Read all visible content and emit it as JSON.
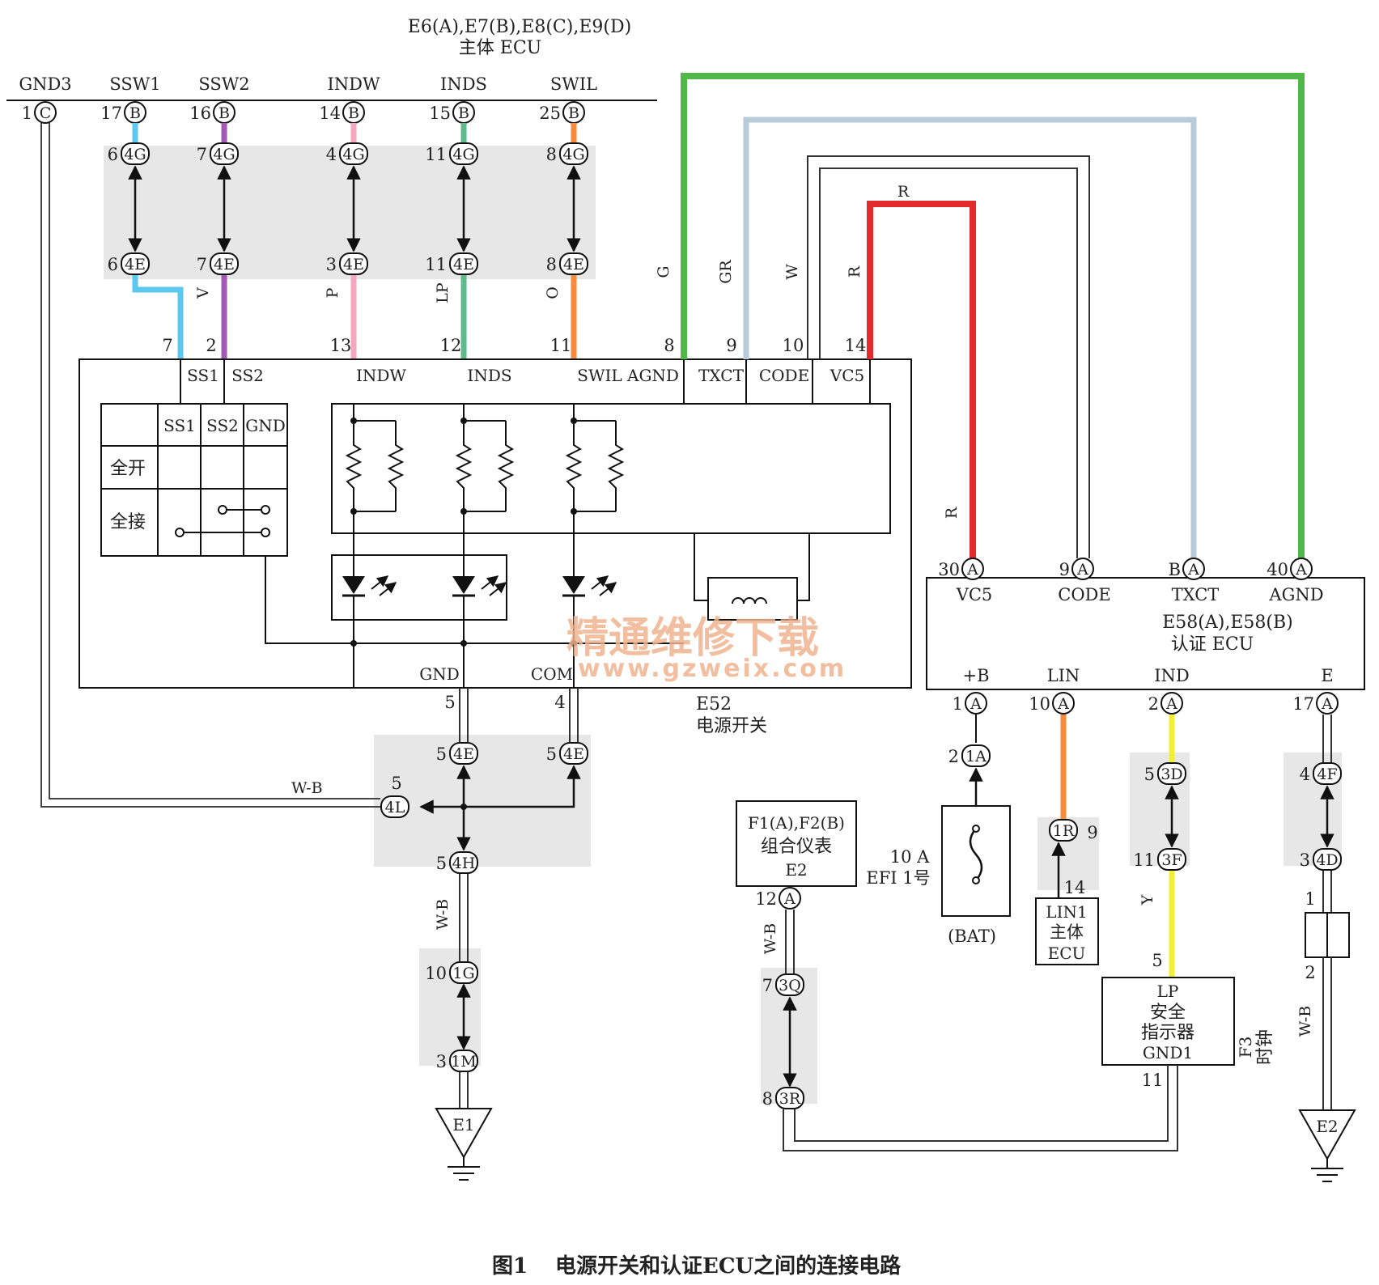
{
  "top_ecu": {
    "connectors": "E6(A),E7(B),E8(C),E9(D)",
    "name": "主体 ECU",
    "pins": [
      {
        "label": "GND3",
        "num": "1",
        "conn": "C"
      },
      {
        "label": "SSW1",
        "num": "17",
        "conn": "B"
      },
      {
        "label": "SSW2",
        "num": "16",
        "conn": "B"
      },
      {
        "label": "INDW",
        "num": "14",
        "conn": "B"
      },
      {
        "label": "INDS",
        "num": "15",
        "conn": "B"
      },
      {
        "label": "SWIL",
        "num": "25",
        "conn": "B"
      }
    ]
  },
  "junction_4g_4e": [
    {
      "top_num": "6",
      "top_conn": "4G",
      "bot_num": "6",
      "bot_conn": "4E",
      "wire": "",
      "sw_pin": "7"
    },
    {
      "top_num": "7",
      "top_conn": "4G",
      "bot_num": "7",
      "bot_conn": "4E",
      "wire": "V",
      "sw_pin": "2"
    },
    {
      "top_num": "4",
      "top_conn": "4G",
      "bot_num": "3",
      "bot_conn": "4E",
      "wire": "P",
      "sw_pin": "13"
    },
    {
      "top_num": "11",
      "top_conn": "4G",
      "bot_num": "11",
      "bot_conn": "4E",
      "wire": "LP",
      "sw_pin": "12"
    },
    {
      "top_num": "8",
      "top_conn": "4G",
      "bot_num": "8",
      "bot_conn": "4E",
      "wire": "O",
      "sw_pin": "11"
    }
  ],
  "side_wires": [
    {
      "color_label": "G",
      "pin": "8"
    },
    {
      "color_label": "GR",
      "pin": "9"
    },
    {
      "color_label": "W",
      "pin": "10"
    },
    {
      "color_label": "R",
      "pin": "14"
    }
  ],
  "top_red_label": "R",
  "power_switch": {
    "code": "E52",
    "name": "电源开关",
    "terminals": [
      "SS1",
      "SS2",
      "INDW",
      "INDS",
      "SWIL",
      "AGND",
      "TXCT",
      "CODE",
      "VC5"
    ],
    "bottom_terminals": [
      "GND",
      "COM"
    ],
    "bottom_pins": [
      "5",
      "4"
    ],
    "table_headers": [
      "SS1",
      "SS2",
      "GND"
    ],
    "table_rows": [
      "全开",
      "全接"
    ]
  },
  "auth_ecu": {
    "connectors": "E58(A),E58(B)",
    "name": "认证 ECU",
    "top_pins": [
      {
        "num": "30",
        "conn": "A",
        "label": "VC5"
      },
      {
        "num": "9",
        "conn": "A",
        "label": "CODE"
      },
      {
        "num": "B",
        "conn": "A",
        "label": "TXCT"
      },
      {
        "num": "40",
        "conn": "A",
        "label": "AGND"
      }
    ],
    "bottom_pins": [
      {
        "num": "1",
        "conn": "A",
        "label": "+B"
      },
      {
        "num": "10",
        "conn": "A",
        "label": "LIN"
      },
      {
        "num": "2",
        "conn": "A",
        "label": "IND"
      },
      {
        "num": "17",
        "conn": "A",
        "label": "E"
      }
    ],
    "red_wire_label": "R"
  },
  "ground_tree": {
    "j1": {
      "num": "5",
      "conn": "4E"
    },
    "j2": {
      "num": "5",
      "conn": "4E"
    },
    "j3": {
      "num": "5",
      "conn": "4L"
    },
    "j4": {
      "num": "5",
      "conn": "4H"
    },
    "j5": {
      "num": "10",
      "conn": "1G"
    },
    "j6": {
      "num": "3",
      "conn": "1M"
    },
    "ground": "E1",
    "wire_wb_1": "W-B",
    "wire_wb_2": "W-B"
  },
  "cluster": {
    "connectors": "F1(A),F2(B)",
    "name": "组合仪表",
    "pin_name": "E2",
    "pin": {
      "num": "12",
      "conn": "A"
    },
    "wire": "W-B",
    "j1": {
      "num": "7",
      "conn": "3Q"
    },
    "j2": {
      "num": "8",
      "conn": "3R"
    }
  },
  "fuse": {
    "pin": {
      "num": "2",
      "conn": "1A"
    },
    "rating": "10 A",
    "name": "EFI 1号",
    "battery": "(BAT)"
  },
  "lin": {
    "pin9": "9",
    "conn": "1R",
    "pin14": "14",
    "name_1": "LIN1",
    "name_2": "主体",
    "name_3": "ECU"
  },
  "indicator": {
    "j1": {
      "num": "5",
      "conn": "3D"
    },
    "j2": {
      "num": "11",
      "conn": "3F"
    },
    "wire": "Y",
    "pin_in": "5",
    "name_1": "LP",
    "name_2": "安全",
    "name_3": "指示器",
    "name_4": "GND1",
    "pin_out": "11",
    "clock_1": "F3",
    "clock_2": "时钟"
  },
  "e_branch": {
    "j1": {
      "num": "4",
      "conn": "4F"
    },
    "j2": {
      "num": "3",
      "conn": "4D"
    },
    "pin1": "1",
    "pin2": "2",
    "wire": "W-B",
    "ground": "E2"
  },
  "watermark": {
    "cn": "精通维修下载",
    "url": "www.gzweix.com"
  },
  "caption": {
    "fig": "图1",
    "text": "电源开关和认证ECU之间的连接电路"
  },
  "colors": {
    "ssw1": "#5cc8ee",
    "ssw2": "#a259b4",
    "indw": "#f4a8c0",
    "inds": "#5fb98a",
    "swil": "#f58b3c",
    "green": "#4fb848",
    "grey": "#b9cbd8",
    "red": "#e32b2b",
    "yellow": "#f2ef35",
    "orange": "#f58b3c",
    "shade": "#e6e6e6"
  }
}
